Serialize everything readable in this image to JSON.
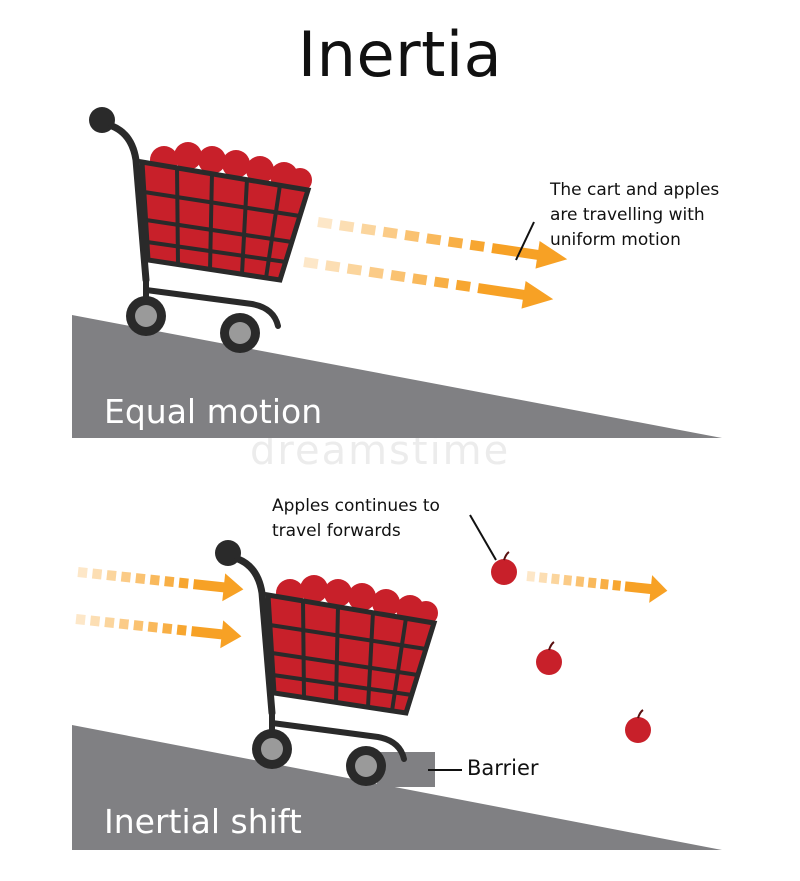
{
  "title": "Inertia",
  "panels": {
    "top": {
      "label": "Equal motion",
      "note_lines": [
        "The cart and apples",
        "are travelling with",
        "uniform motion"
      ]
    },
    "bottom": {
      "label": "Inertial shift",
      "note_lines": [
        "Apples continues to",
        "travel forwards"
      ],
      "barrier_label": "Barrier"
    }
  },
  "watermark": "dreamstime",
  "colors": {
    "ramp": "#808083",
    "cart_frame": "#2a2a2a",
    "apple": "#c8202a",
    "arrow": "#f7a125",
    "wheel_hub": "#9a9a9a"
  }
}
